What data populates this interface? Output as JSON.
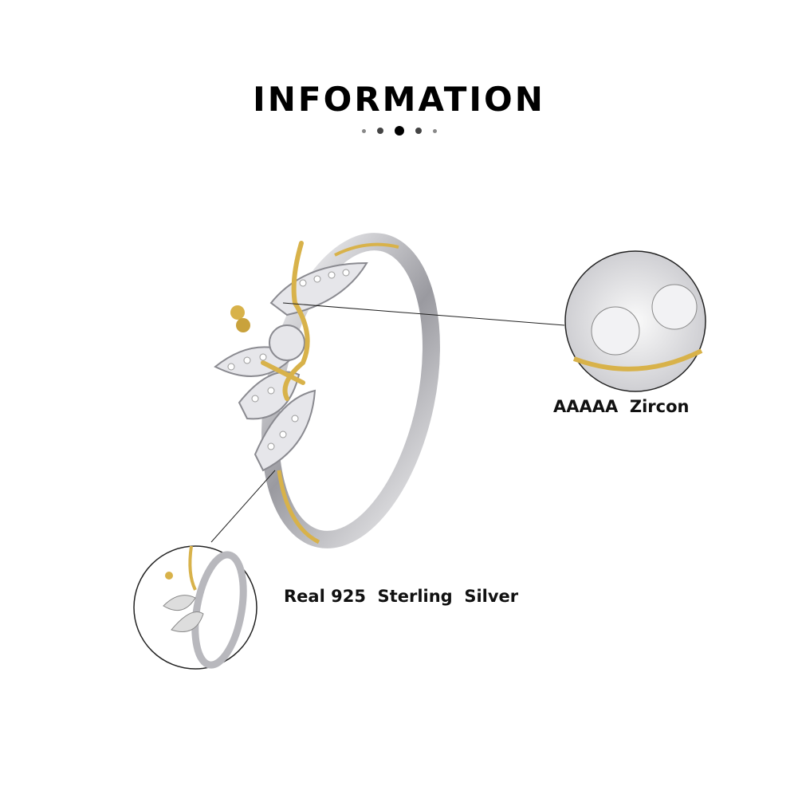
{
  "header": {
    "title": "INFORMATION"
  },
  "callouts": [
    {
      "label": "AAAAA  Zircon"
    },
    {
      "label": "Real 925  Sterling  Silver"
    }
  ],
  "colors": {
    "gold": "#d8b24a",
    "silver": "#c8c8cc",
    "text": "#111111"
  }
}
